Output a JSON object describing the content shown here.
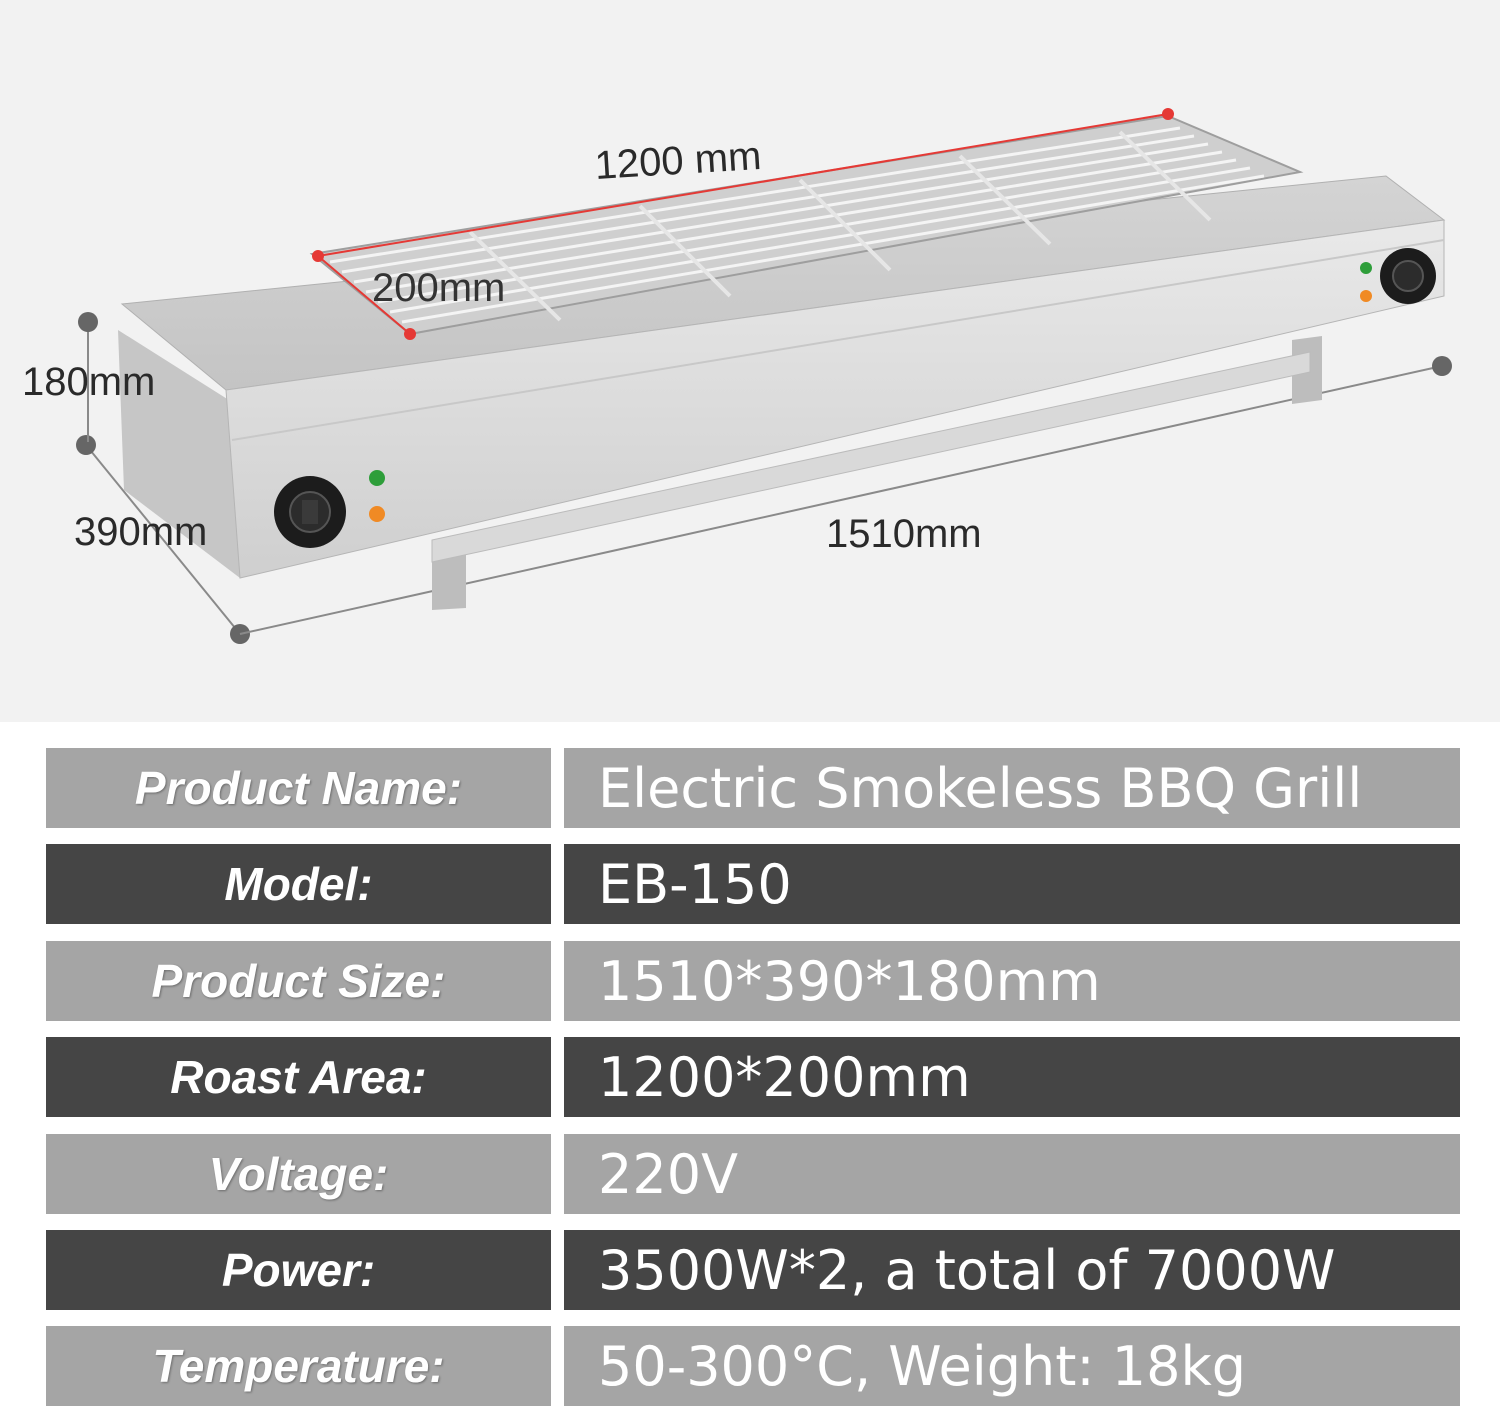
{
  "dimensions": {
    "grill_length": "1200 mm",
    "grill_width": "200mm",
    "height": "180mm",
    "depth": "390mm",
    "length": "1510mm"
  },
  "specs": [
    {
      "label": "Product Name:",
      "value": "Electric Smokeless BBQ Grill"
    },
    {
      "label": "Model:",
      "value": "EB-150"
    },
    {
      "label": "Product Size:",
      "value": "1510*390*180mm"
    },
    {
      "label": "Roast Area:",
      "value": "1200*200mm"
    },
    {
      "label": "Voltage:",
      "value": "220V"
    },
    {
      "label": "Power:",
      "value": "3500W*2, a total of 7000W"
    },
    {
      "label": "Temperature:",
      "value": "50-300°C, Weight: 18kg"
    }
  ],
  "colors": {
    "row_light": "#a5a5a5",
    "row_dark": "#454545",
    "dimension_marker": "#e53935",
    "knob": "#1c1c1c",
    "indicator_green": "#2e9e3a",
    "indicator_orange": "#f08a24"
  }
}
